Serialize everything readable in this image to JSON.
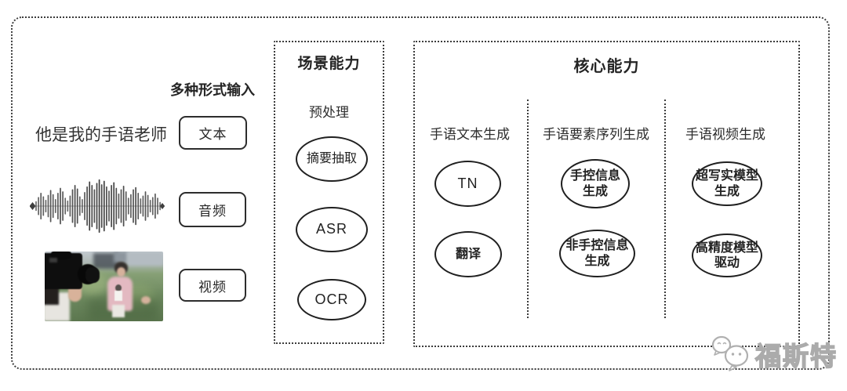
{
  "colors": {
    "line": "#3c3c3c",
    "node_border": "#1f1f1f",
    "text": "#2b2b2b",
    "watermark": "#ababab"
  },
  "input": {
    "label": "多种形式输入",
    "sentence": "他是我的手语老师",
    "text_item": "文本",
    "audio_item": "音频",
    "video_item": "视频"
  },
  "scene": {
    "title": "场景能力",
    "subtitle": "预处理",
    "nodes": [
      {
        "label": "摘要抽取"
      },
      {
        "label": "ASR"
      },
      {
        "label": "OCR"
      }
    ]
  },
  "core": {
    "title": "核心能力",
    "columns": [
      {
        "header": "手语文本生成",
        "nodes": [
          {
            "label": "TN"
          },
          {
            "label": "翻译"
          }
        ]
      },
      {
        "header": "手语要素序列生成",
        "nodes": [
          {
            "label": "手控信息\n生成"
          },
          {
            "label": "非手控信息\n生成"
          }
        ]
      },
      {
        "header": "手语视频生成",
        "nodes": [
          {
            "label": "超写实模型\n生成"
          },
          {
            "label": "高精度模型\n驱动"
          }
        ]
      }
    ]
  },
  "watermark": {
    "text": "福斯特",
    "icon": "wechat-bubbles-icon"
  }
}
